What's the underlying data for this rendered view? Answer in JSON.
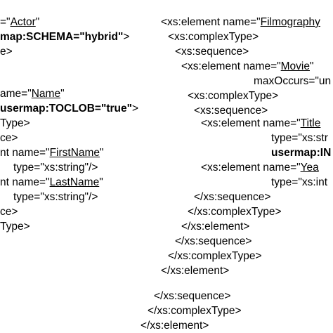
{
  "left_column": [
    {
      "segments": [
        {
          "text": "=\""
        },
        {
          "text": "Actor",
          "underline": true
        },
        {
          "text": "\""
        }
      ]
    },
    {
      "segments": [
        {
          "text": "map:SCHEMA=\"hybrid\"",
          "bold": true
        },
        {
          "text": ">"
        }
      ]
    },
    {
      "segments": [
        {
          "text": "e>"
        }
      ]
    },
    {
      "segments": [
        {
          "text": "ame=\""
        },
        {
          "text": "Name",
          "underline": true
        },
        {
          "text": "\""
        }
      ]
    },
    {
      "segments": [
        {
          "text": "usermap:TOCLOB=\"true\"",
          "bold": true
        },
        {
          "text": ">"
        }
      ]
    },
    {
      "segments": [
        {
          "text": "Type>"
        }
      ]
    },
    {
      "segments": [
        {
          "text": "ce>"
        }
      ]
    },
    {
      "segments": [
        {
          "text": "nt name=\""
        },
        {
          "text": "FirstName",
          "underline": true
        },
        {
          "text": "\""
        }
      ]
    },
    {
      "segments": [
        {
          "text": "type=\"xs:string\"/>"
        }
      ]
    },
    {
      "segments": [
        {
          "text": "nt name=\""
        },
        {
          "text": "LastName",
          "underline": true
        },
        {
          "text": "\""
        }
      ]
    },
    {
      "segments": [
        {
          "text": "type=\"xs:string\"/>"
        }
      ]
    },
    {
      "segments": [
        {
          "text": "ce>"
        }
      ]
    },
    {
      "segments": [
        {
          "text": "Type>"
        }
      ]
    }
  ],
  "right_column": [
    {
      "segments": [
        {
          "text": "<xs:element name=\""
        },
        {
          "text": "Filmography",
          "underline": true
        }
      ]
    },
    {
      "segments": [
        {
          "text": "<xs:complexType>"
        }
      ]
    },
    {
      "segments": [
        {
          "text": "<xs:sequence>"
        }
      ]
    },
    {
      "segments": [
        {
          "text": "<xs:element name=\""
        },
        {
          "text": "Movie",
          "underline": true
        },
        {
          "text": "\""
        }
      ]
    },
    {
      "segments": [
        {
          "text": "maxOccurs=\"un"
        }
      ]
    },
    {
      "segments": [
        {
          "text": "<xs:complexType>"
        }
      ]
    },
    {
      "segments": [
        {
          "text": "<xs:sequence>"
        }
      ]
    },
    {
      "segments": [
        {
          "text": "<xs:element name=\""
        },
        {
          "text": "Title",
          "underline": true
        }
      ]
    },
    {
      "segments": [
        {
          "text": "type=\"xs:str"
        }
      ]
    },
    {
      "segments": [
        {
          "text": "usermap:IN",
          "bold": true
        }
      ]
    },
    {
      "segments": [
        {
          "text": "<xs:element name=\""
        },
        {
          "text": "Yea",
          "underline": true
        }
      ]
    },
    {
      "segments": [
        {
          "text": "type=\"xs:int"
        }
      ]
    },
    {
      "segments": [
        {
          "text": "</xs:sequence>"
        }
      ]
    },
    {
      "segments": [
        {
          "text": "</xs:complexType>"
        }
      ]
    },
    {
      "segments": [
        {
          "text": "</xs:element>"
        }
      ]
    },
    {
      "segments": [
        {
          "text": "</xs:sequence>"
        }
      ]
    },
    {
      "segments": [
        {
          "text": "</xs:complexType>"
        }
      ]
    },
    {
      "segments": [
        {
          "text": "</xs:element>"
        }
      ]
    },
    {
      "segments": [
        {
          "text": "</xs:sequence>"
        }
      ]
    },
    {
      "segments": [
        {
          "text": "</xs:complexType>"
        }
      ]
    },
    {
      "segments": [
        {
          "text": "</xs:element>"
        }
      ]
    }
  ]
}
